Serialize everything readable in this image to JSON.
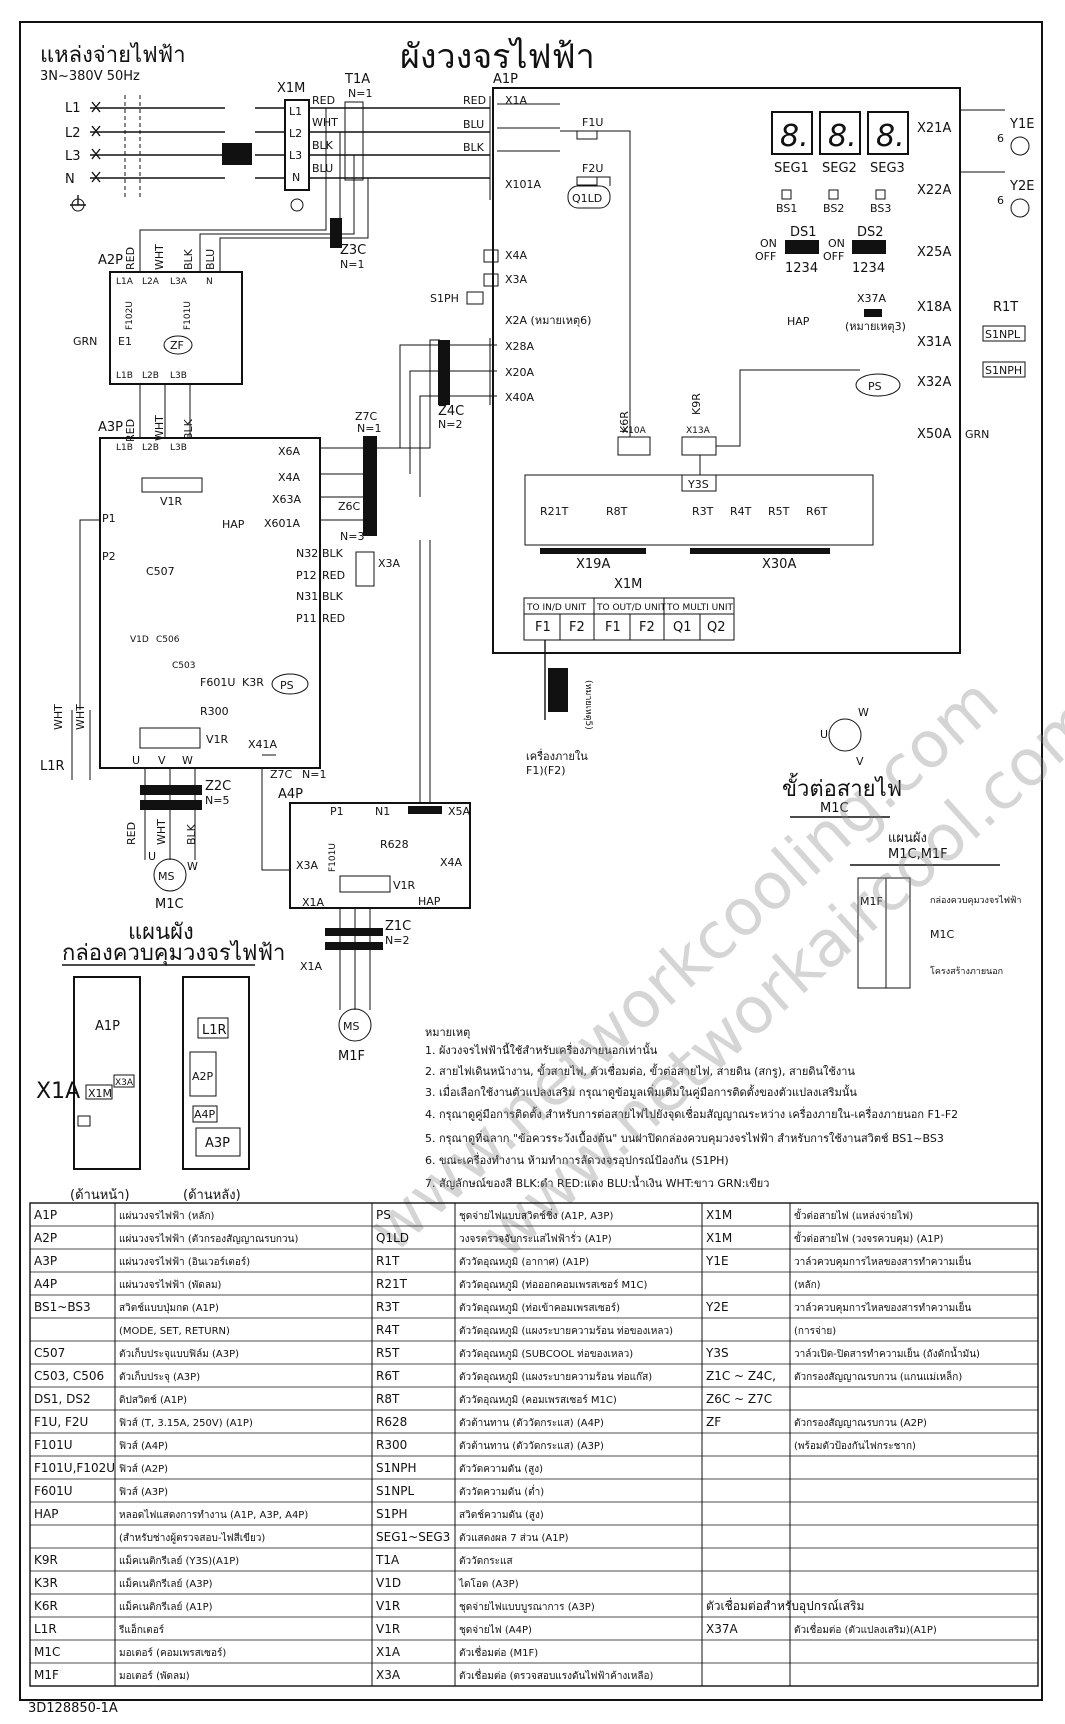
{
  "header": {
    "supply_title": "แหล่งจ่ายไฟฟ้า",
    "supply_spec": "3N~380V 50Hz",
    "diagram_title": "ผังวงจรไฟฟ้า",
    "footer_code": "3D128850-1A"
  },
  "terminals": {
    "L1": "L1",
    "L2": "L2",
    "L3": "L3",
    "N": "N",
    "X1M": "X1M",
    "T1A": "T1A",
    "T1A_n": "N=1",
    "wire_red": "RED",
    "wire_wht": "WHT",
    "wire_blk": "BLK",
    "wire_blu": "BLU",
    "wire_grn": "GRN",
    "A1P": "A1P",
    "X1A": "X1A",
    "X101A": "X101A",
    "Q1LD": "Q1LD",
    "F1U": "F1U",
    "F2U": "F2U",
    "X4A": "X4A",
    "X3A": "X3A",
    "S1PH": "S1PH",
    "X2A": "X2A (หมายเหตุ6)",
    "X28A": "X28A",
    "X20A": "X20A",
    "X40A": "X40A",
    "Z3C": "Z3C",
    "Z3C_n": "N=1",
    "Z4C": "Z4C",
    "Z4C_n": "N=2",
    "Z7C": "Z7C",
    "Z7C_n": "N=1",
    "Z6C": "Z6C",
    "Z6C_n": "N=3",
    "K6R": "K6R",
    "K9R": "K9R",
    "X10A": "X10A",
    "X13A": "X13A",
    "Y3S": "Y3S",
    "SEG1": "SEG1",
    "SEG2": "SEG2",
    "SEG3": "SEG3",
    "BS1": "BS1",
    "BS2": "BS2",
    "BS3": "BS3",
    "DS1": "DS1",
    "DS2": "DS2",
    "on": "ON",
    "off": "OFF",
    "sw_nums": "1234",
    "HAP": "HAP",
    "X37A": "X37A",
    "X37A_note": "(หมายเหตุ3)",
    "PS": "PS",
    "X21A": "X21A",
    "X22A": "X22A",
    "X25A": "X25A",
    "X18A": "X18A",
    "X31A": "X31A",
    "X32A": "X32A",
    "X50A": "X50A",
    "Y1E": "Y1E",
    "Y2E": "Y2E",
    "R1T": "R1T",
    "S1NPL": "S1NPL",
    "S1NPH": "S1NPH",
    "six": "6",
    "R21T": "R21T",
    "R8T": "R8T",
    "R3T": "R3T",
    "R4T": "R4T",
    "R5T": "R5T",
    "R6T": "R6T",
    "X19A": "X19A",
    "X30A": "X30A",
    "X1M_b": "X1M",
    "to_ind": "TO IN/D UNIT",
    "to_outd": "TO OUT/D UNIT",
    "to_multi": "TO MULTI UNIT",
    "F1": "F1",
    "F2": "F2",
    "Q1": "Q1",
    "Q2": "Q2",
    "indoor": "เครื่องภายใน",
    "indoor2": "F1)(F2)",
    "note5": "(หมายเหตุ5)",
    "A2P": "A2P",
    "L1A": "L1A",
    "L2A": "L2A",
    "L3A": "L3A",
    "Nn": "N",
    "F102U": "F102U",
    "F101U": "F101U",
    "E1": "E1",
    "ZF": "ZF",
    "L1B": "L1B",
    "L2B": "L2B",
    "L3B": "L3B",
    "A3P": "A3P",
    "X6A": "X6A",
    "X63A": "X63A",
    "X601A": "X601A",
    "V1R": "V1R",
    "P1": "P1",
    "P2": "P2",
    "N32": "N32",
    "P12": "P12",
    "N31": "N31",
    "P11": "P11",
    "C507": "C507",
    "V1D": "V1D",
    "C506": "C506",
    "C503": "C503",
    "F601U": "F601U",
    "K3R": "K3R",
    "R300": "R300",
    "X41A": "X41A",
    "L1R": "L1R",
    "U": "U",
    "V": "V",
    "W": "W",
    "Z2C": "Z2C",
    "Z2C_n": "N=5",
    "M1C": "M1C",
    "MS": "MS",
    "A4P": "A4P",
    "N1": "N1",
    "X5A": "X5A",
    "F101J": "F101U",
    "R628": "R628",
    "Z1C": "Z1C",
    "Z1C_n": "N=2",
    "M1F": "M1F",
    "conn_title": "ขั้วต่อสายไฟ",
    "conn_sub": "M1C"
  },
  "layout_box": {
    "title": "แผนผัง",
    "sub": "กล่องควบคุมวงจรไฟฟ้า",
    "front": "(ด้านหน้า)",
    "back": "(ด้านหลัง)",
    "label_x1a": "X1A"
  },
  "panel_right": {
    "title": "แผนผัง",
    "sub": "M1C,M1F",
    "lbl1": "กล่องควบคุมวงจรไฟฟ้า",
    "lbl2": "M1C",
    "lbl3": "โครงสร้างภายนอก"
  },
  "notes": {
    "head": "หมายเหตุ",
    "items": [
      "1. ผังวงจรไฟฟ้านี้ใช้สำหรับเครื่องภายนอกเท่านั้น",
      "2. สายไฟเดินหน้างาน, ขั้วสายไฟ, ตัวเชื่อมต่อ, ขั้วต่อสายไฟ, สายดิน (สกรู), สายดินใช้งาน",
      "3. เมื่อเลือกใช้งานตัวแปลงเสริม กรุณาดูข้อมูลเพิ่มเติมในคู่มือการติดตั้งของตัวแปลงเสริมนั้น",
      "4. กรุณาดูคู่มือการติดตั้ง สำหรับการต่อสายไฟไปยังจุดเชื่อมสัญญาณระหว่าง เครื่องภายใน-เครื่องภายนอก F1-F2",
      "5. กรุณาดูที่ฉลาก \"ข้อควรระวังเบื้องต้น\" บนฝาปิดกล่องควบคุมวงจรไฟฟ้า สำหรับการใช้งานสวิตช์ BS1~BS3",
      "6. ขณะเครื่องทำงาน ห้ามทำการลัดวงจรอุปกรณ์ป้องกัน (S1PH)",
      "7. สัญลักษณ์ของสี BLK:ดำ RED:แดง BLU:น้ำเงิน WHT:ขาว GRN:เขียว"
    ]
  },
  "watermark": {
    "line1": "www.networkcooling.com",
    "line2": "www.networkaircool.com"
  },
  "legend_table": {
    "rows": [
      [
        "A1P",
        "แผ่นวงจรไฟฟ้า (หลัก)",
        "PS",
        "ชุดจ่ายไฟแบบสวิตช์ชิ่ง (A1P, A3P)",
        "X1M",
        "ขั้วต่อสายไฟ (แหล่งจ่ายไฟ)"
      ],
      [
        "A2P",
        "แผ่นวงจรไฟฟ้า (ตัวกรองสัญญาณรบกวน)",
        "Q1LD",
        "วงจรตรวจจับกระแสไฟฟ้ารั่ว (A1P)",
        "X1M",
        "ขั้วต่อสายไฟ (วงจรควบคุม) (A1P)"
      ],
      [
        "A3P",
        "แผ่นวงจรไฟฟ้า (อินเวอร์เตอร์)",
        "R1T",
        "ตัววัดอุณหภูมิ (อากาศ) (A1P)",
        "Y1E",
        "วาล์วควบคุมการไหลของสารทำความเย็น"
      ],
      [
        "A4P",
        "แผ่นวงจรไฟฟ้า (พัดลม)",
        "R21T",
        "ตัววัดอุณหภูมิ (ท่อออกคอมเพรสเซอร์ M1C)",
        "",
        "(หลัก)"
      ],
      [
        "BS1~BS3",
        "สวิตช์แบบปุ่มกด (A1P)",
        "R3T",
        "ตัววัดอุณหภูมิ (ท่อเข้าคอมเพรสเซอร์)",
        "Y2E",
        "วาล์วควบคุมการไหลของสารทำความเย็น"
      ],
      [
        "",
        "(MODE, SET, RETURN)",
        "R4T",
        "ตัววัดอุณหภูมิ (แผงระบายความร้อน ท่อของเหลว)",
        "",
        "(การจ่าย)"
      ],
      [
        "C507",
        "ตัวเก็บประจุแบบฟิล์ม (A3P)",
        "R5T",
        "ตัววัดอุณหภูมิ (SUBCOOL ท่อของเหลว)",
        "Y3S",
        "วาล์วเปิด-ปิดสารทำความเย็น (ถังดักน้ำมัน)"
      ],
      [
        "C503, C506",
        "ตัวเก็บประจุ (A3P)",
        "R6T",
        "ตัววัดอุณหภูมิ (แผงระบายความร้อน ท่อแก๊ส)",
        "Z1C ~ Z4C,",
        "ตัวกรองสัญญาณรบกวน (แกนแม่เหล็ก)"
      ],
      [
        "DS1, DS2",
        "ดิปสวิตช์ (A1P)",
        "R8T",
        "ตัววัดอุณหภูมิ (คอมเพรสเซอร์ M1C)",
        "Z6C ~ Z7C",
        ""
      ],
      [
        "F1U, F2U",
        "ฟิวส์ (T, 3.15A, 250V) (A1P)",
        "R628",
        "ตัวต้านทาน (ตัววัดกระแส) (A4P)",
        "ZF",
        "ตัวกรองสัญญาณรบกวน (A2P)"
      ],
      [
        "F101U",
        "ฟิวส์ (A4P)",
        "R300",
        "ตัวต้านทาน (ตัววัดกระแส) (A3P)",
        "",
        "(พร้อมตัวป้องกันไฟกระชาก)"
      ],
      [
        "F101U,F102U",
        "ฟิวส์ (A2P)",
        "S1NPH",
        "ตัววัดความดัน (สูง)",
        "",
        ""
      ],
      [
        "F601U",
        "ฟิวส์ (A3P)",
        "S1NPL",
        "ตัววัดความดัน (ต่ำ)",
        "",
        ""
      ],
      [
        "HAP",
        "หลอดไฟแสดงการทำงาน (A1P, A3P, A4P)",
        "S1PH",
        "สวิตช์ความดัน (สูง)",
        "",
        ""
      ],
      [
        "",
        "(สำหรับช่างผู้ตรวจสอบ-ไฟสีเขียว)",
        "SEG1~SEG3",
        "ตัวแสดงผล 7 ส่วน (A1P)",
        "",
        ""
      ],
      [
        "K9R",
        "แม็คเนติกรีเลย์ (Y3S)(A1P)",
        "T1A",
        "ตัววัดกระแส",
        "",
        ""
      ],
      [
        "K3R",
        "แม็คเนติกรีเลย์ (A3P)",
        "V1D",
        "ไดโอด (A3P)",
        "",
        ""
      ],
      [
        "K6R",
        "แม็คเนติกรีเลย์ (A1P)",
        "V1R",
        "ชุดจ่ายไฟแบบบูรณาการ (A3P)",
        "ตัวเชื่อมต่อสำหรับอุปกรณ์เสริม",
        ""
      ],
      [
        "L1R",
        "รีแอ็กเตอร์",
        "V1R",
        "ชุดจ่ายไฟ (A4P)",
        "X37A",
        "ตัวเชื่อมต่อ (ตัวแปลงเสริม)(A1P)"
      ],
      [
        "M1C",
        "มอเตอร์ (คอมเพรสเซอร์)",
        "X1A",
        "ตัวเชื่อมต่อ (M1F)",
        "",
        ""
      ],
      [
        "M1F",
        "มอเตอร์ (พัดลม)",
        "X3A",
        "ตัวเชื่อมต่อ (ตรวจสอบแรงดันไฟฟ้าค้างเหลือ)",
        "",
        ""
      ]
    ]
  }
}
